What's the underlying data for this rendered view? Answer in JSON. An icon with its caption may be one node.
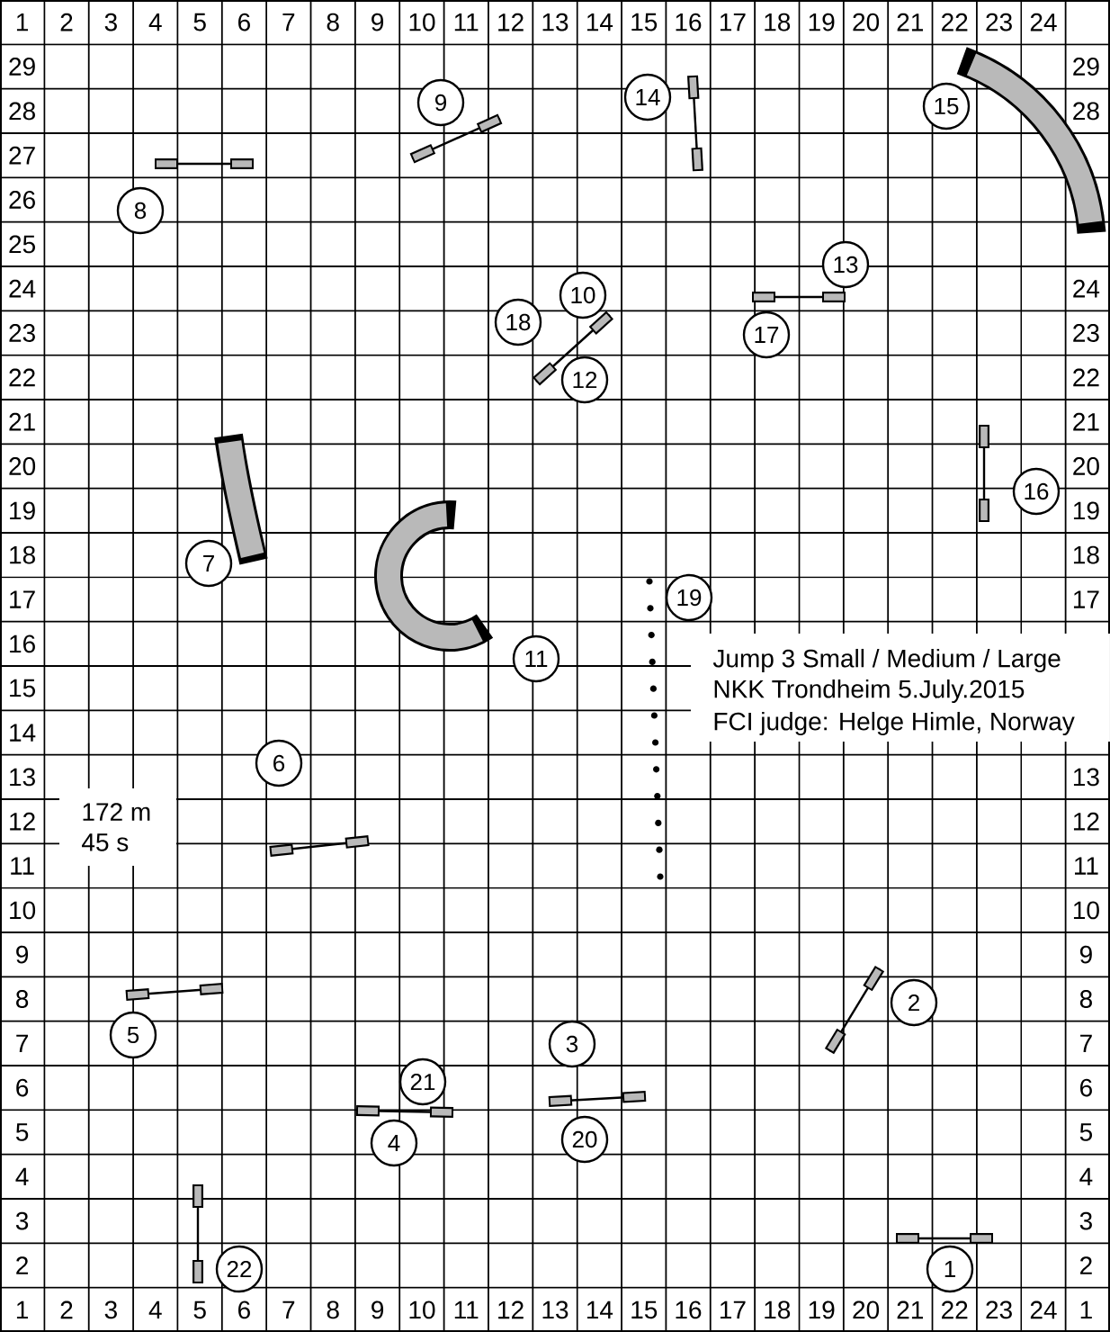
{
  "diagram": {
    "nodes": [
      {
        "text": [
          "1"
        ]
      },
      {
        "text": [
          "2"
        ]
      },
      {
        "text": [
          "3"
        ]
      },
      {
        "text": [
          "4"
        ]
      },
      {
        "text": [
          "5"
        ]
      },
      {
        "text": [
          "6"
        ]
      },
      {
        "text": [
          "7"
        ]
      },
      {
        "text": [
          "8"
        ]
      },
      {
        "text": [
          "9"
        ]
      },
      {
        "text": [
          "10"
        ]
      },
      {
        "text": [
          "11"
        ]
      },
      {
        "text": [
          "12"
        ]
      },
      {
        "text": [
          "13"
        ]
      },
      {
        "text": [
          "14"
        ]
      },
      {
        "text": [
          "15"
        ]
      },
      {
        "text": [
          "16"
        ]
      },
      {
        "text": [
          "17"
        ]
      },
      {
        "text": [
          "18"
        ]
      },
      {
        "text": [
          "19"
        ]
      },
      {
        "text": [
          "20"
        ]
      },
      {
        "text": [
          "21"
        ]
      },
      {
        "text": [
          "22"
        ]
      }
    ],
    "labels": [
      "1",
      "2",
      "3",
      "4",
      "5",
      "6",
      "7",
      "8",
      "9",
      "10",
      "11",
      "12",
      "13",
      "14",
      "15",
      "16",
      "17",
      "18",
      "19",
      "20",
      "21",
      "22",
      "23",
      "24",
      "29",
      "28",
      "27",
      "26",
      "25",
      "24",
      "23",
      "22",
      "21",
      "20",
      "19",
      "18",
      "17",
      "16",
      "15",
      "14",
      "13",
      "12",
      "11",
      "10",
      "9",
      "8",
      "7",
      "6",
      "5",
      "4",
      "3",
      "2",
      "29",
      "28",
      "24",
      "23",
      "22",
      "21",
      "20",
      "19",
      "18",
      "17",
      "13",
      "12",
      "11",
      "10",
      "9",
      "8",
      "7",
      "6",
      "5",
      "4",
      "3",
      "2",
      "1",
      "2",
      "3",
      "4",
      "5",
      "6",
      "7",
      "8",
      "9",
      "10",
      "11",
      "12",
      "13",
      "14",
      "15",
      "16",
      "17",
      "18",
      "19",
      "20",
      "21",
      "22",
      "23",
      "24",
      "1",
      "172 m",
      "45 s",
      "Jump 3 Small / Medium / Large",
      "NKK Trondheim 5.July.2015",
      "FCI judge: Helge Himle, Norway"
    ]
  }
}
